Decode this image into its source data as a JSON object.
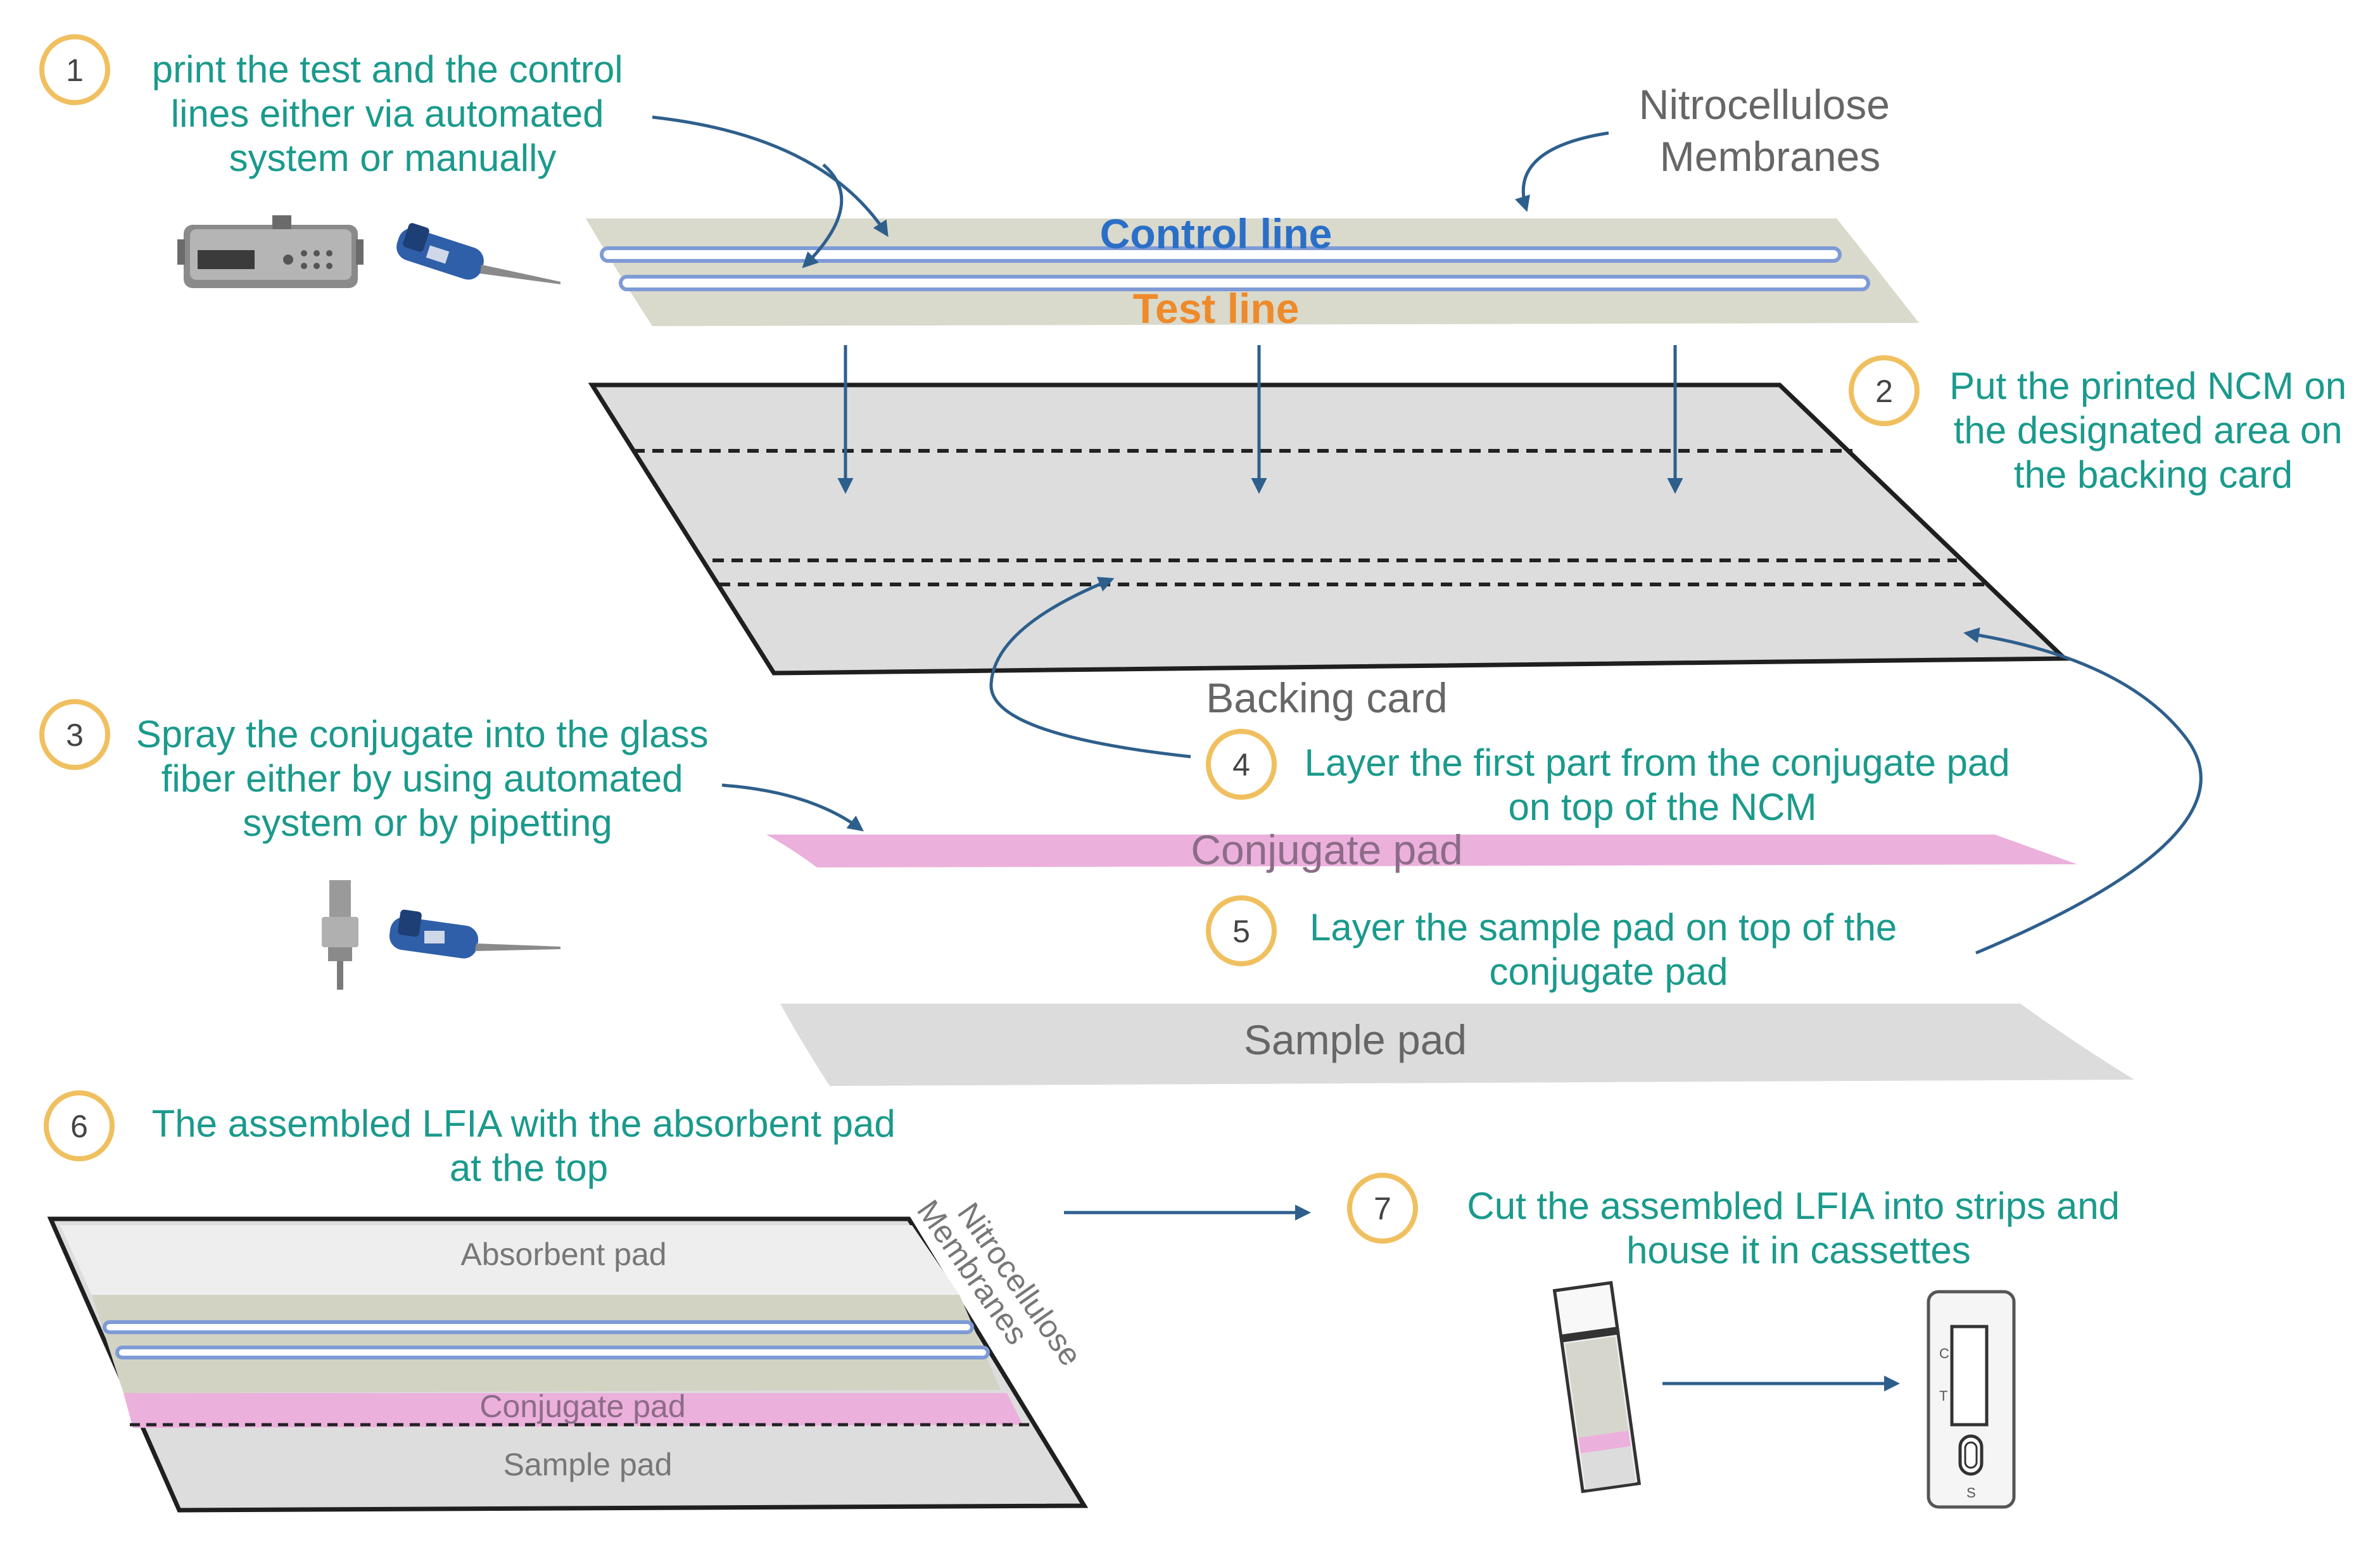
{
  "colors": {
    "step_text": "#1a9a8c",
    "circle_stroke": "#f0c060",
    "arrow": "#2e5f8c",
    "control_line": "#2a6fc7",
    "test_line": "#ee8a2a",
    "membrane": "#d9d9cc",
    "backing_card": "#dddddd",
    "conjugate_pad": "#ecb0dc",
    "sample_pad": "#dcdcdc"
  },
  "steps": [
    {
      "number": "1",
      "lines": [
        "print the test and the control",
        "lines either via automated",
        "system or manually"
      ]
    },
    {
      "number": "2",
      "lines": [
        "Put the printed NCM on",
        "the designated area on",
        "the backing card"
      ]
    },
    {
      "number": "3",
      "lines": [
        "Spray the conjugate into the glass",
        "fiber either by using automated",
        "system or by pipetting"
      ]
    },
    {
      "number": "4",
      "lines": [
        "Layer the first part from the conjugate pad",
        "on top of the NCM"
      ]
    },
    {
      "number": "5",
      "lines": [
        "Layer the sample pad on top of the",
        "conjugate pad"
      ]
    },
    {
      "number": "6",
      "lines": [
        "The  assembled LFIA  with the absorbent pad",
        "at the top"
      ]
    },
    {
      "number": "7",
      "lines": [
        "Cut the  assembled LFIA  into strips and",
        "house it in cassettes"
      ]
    }
  ],
  "labels": {
    "ncm_line1": "Nitrocellulose",
    "ncm_line2": "Membranes",
    "control_line": "Control line",
    "test_line": "Test line",
    "backing_card": "Backing card",
    "conjugate_pad": "Conjugate pad",
    "sample_pad": "Sample pad",
    "absorbent_pad": "Absorbent pad",
    "assembled_conjugate_pad": "Conjugate pad",
    "assembled_sample_pad": "Sample pad",
    "assembled_ncm_line1": "Nitrocellulose",
    "assembled_ncm_line2": "Membranes",
    "cassette_c": "C",
    "cassette_t": "T",
    "cassette_s": "S"
  },
  "icons": [
    "dispenser-machine-icon",
    "pipette-icon",
    "spray-nozzle-icon",
    "test-strip-icon",
    "cassette-icon"
  ]
}
